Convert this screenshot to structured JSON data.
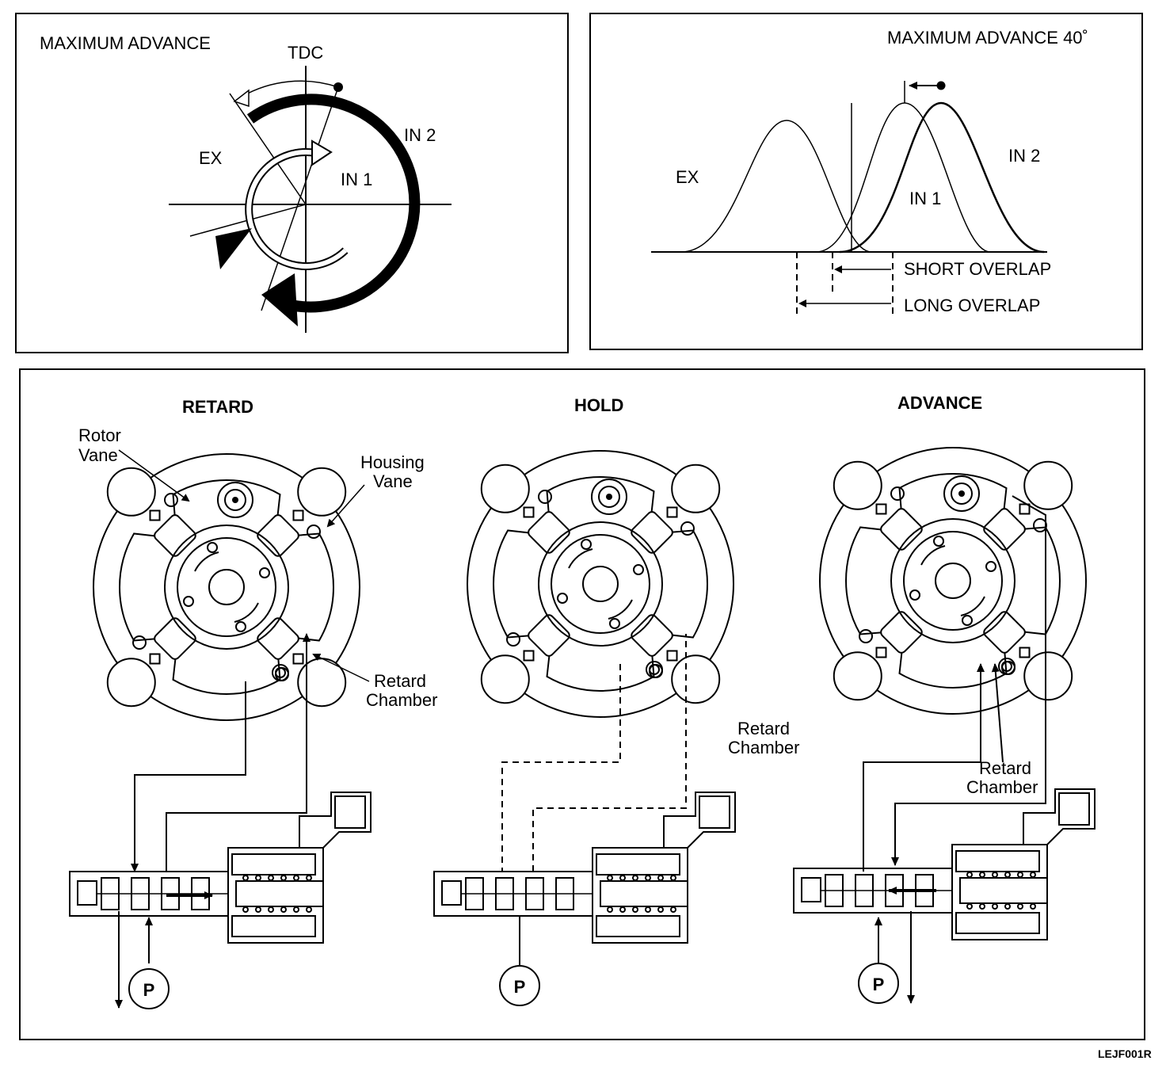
{
  "phase_panel": {
    "title": "MAXIMUM ADVANCE",
    "tdc": "TDC",
    "ex": "EX",
    "in2": "IN 2",
    "in1": "IN 1"
  },
  "overlap_panel": {
    "title": "MAXIMUM ADVANCE 40˚",
    "ex": "EX",
    "in2": "IN 2",
    "in1": "IN 1",
    "short_overlap": "SHORT OVERLAP",
    "long_overlap": "LONG OVERLAP"
  },
  "modes": {
    "retard": {
      "heading": "RETARD",
      "rotor_vane": [
        "Rotor",
        "Vane"
      ],
      "housing_vane": [
        "Housing",
        "Vane"
      ],
      "retard_chamber": [
        "Retard",
        "Chamber"
      ],
      "pump": "P"
    },
    "hold": {
      "heading": "HOLD",
      "retard_chamber": [
        "Retard",
        "Chamber"
      ],
      "pump": "P"
    },
    "advance": {
      "heading": "ADVANCE",
      "retard_chamber": [
        "Retard",
        "Chamber"
      ],
      "pump": "P"
    }
  },
  "figure_code": "LEJF001R"
}
